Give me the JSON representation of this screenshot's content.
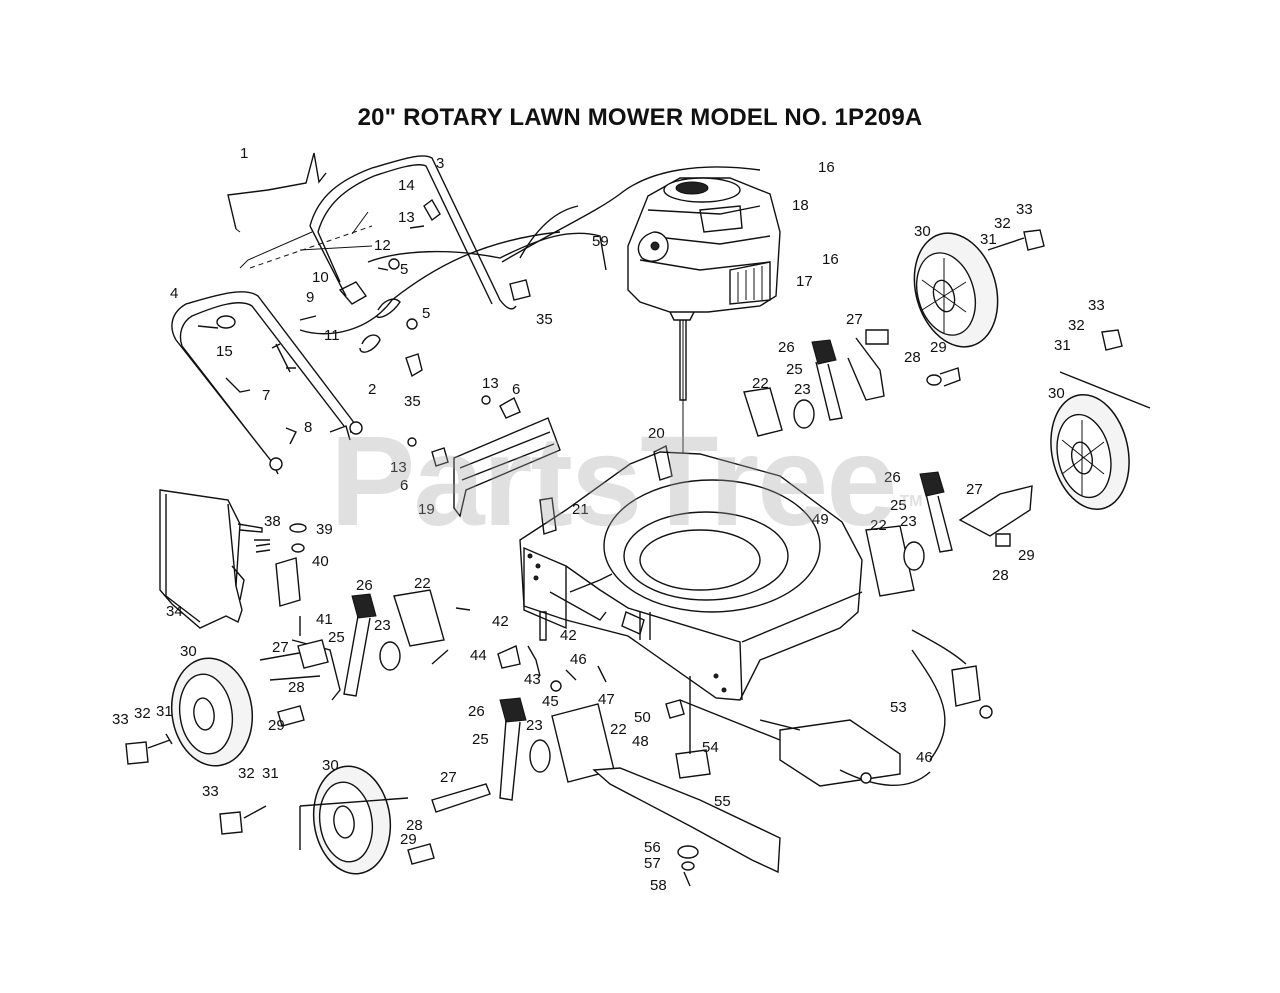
{
  "title": "20\" ROTARY LAWN MOWER MODEL NO. 1P209A",
  "watermark": {
    "text": "PartsTree",
    "mark": "TM"
  },
  "callouts": [
    "1",
    "3",
    "16",
    "18",
    "14",
    "13",
    "12",
    "33",
    "32",
    "31",
    "30",
    "10",
    "5",
    "59",
    "16",
    "17",
    "35",
    "9",
    "4",
    "11",
    "5",
    "27",
    "33",
    "32",
    "31",
    "26",
    "15",
    "25",
    "28",
    "29",
    "2",
    "7",
    "13",
    "6",
    "35",
    "22",
    "23",
    "8",
    "30",
    "20",
    "13",
    "6",
    "26",
    "25",
    "27",
    "19",
    "21",
    "49",
    "22",
    "23",
    "38",
    "39",
    "29",
    "28",
    "40",
    "26",
    "22",
    "34",
    "41",
    "42",
    "25",
    "23",
    "42",
    "27",
    "30",
    "44",
    "46",
    "43",
    "47",
    "28",
    "45",
    "33",
    "32",
    "31",
    "26",
    "23",
    "22",
    "50",
    "29",
    "25",
    "48",
    "54",
    "53",
    "46",
    "30",
    "32",
    "31",
    "27",
    "55",
    "33",
    "28",
    "29",
    "56",
    "57",
    "58"
  ]
}
